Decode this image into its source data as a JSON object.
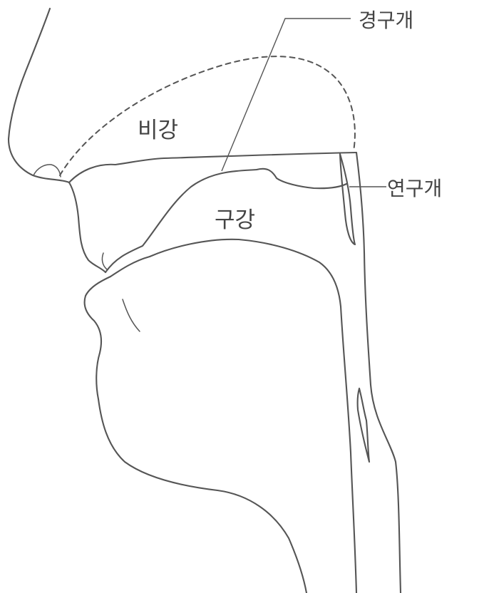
{
  "labels": {
    "hard_palate": "경구개",
    "soft_palate": "연구개",
    "nasal_cavity": "비강",
    "oral_cavity": "구강"
  }
}
